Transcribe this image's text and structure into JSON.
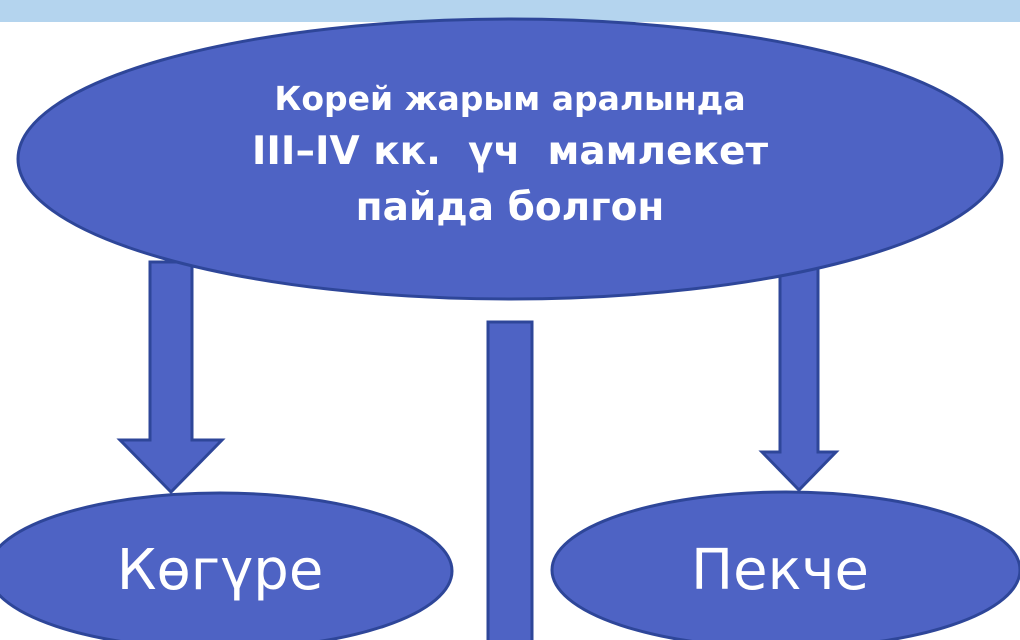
{
  "diagram": {
    "main_node": {
      "line1": "Корей жарым аралында",
      "line2": "III–IV кк.  үч  мамлекет",
      "line3": "пайда болгон"
    },
    "left_node": {
      "label": "Көгүре"
    },
    "right_node": {
      "label": "Пекче"
    }
  },
  "colors": {
    "node_fill": "#4e63c4",
    "node_stroke": "#2e4699",
    "top_band": "#b4d4ee",
    "text": "#ffffff"
  }
}
